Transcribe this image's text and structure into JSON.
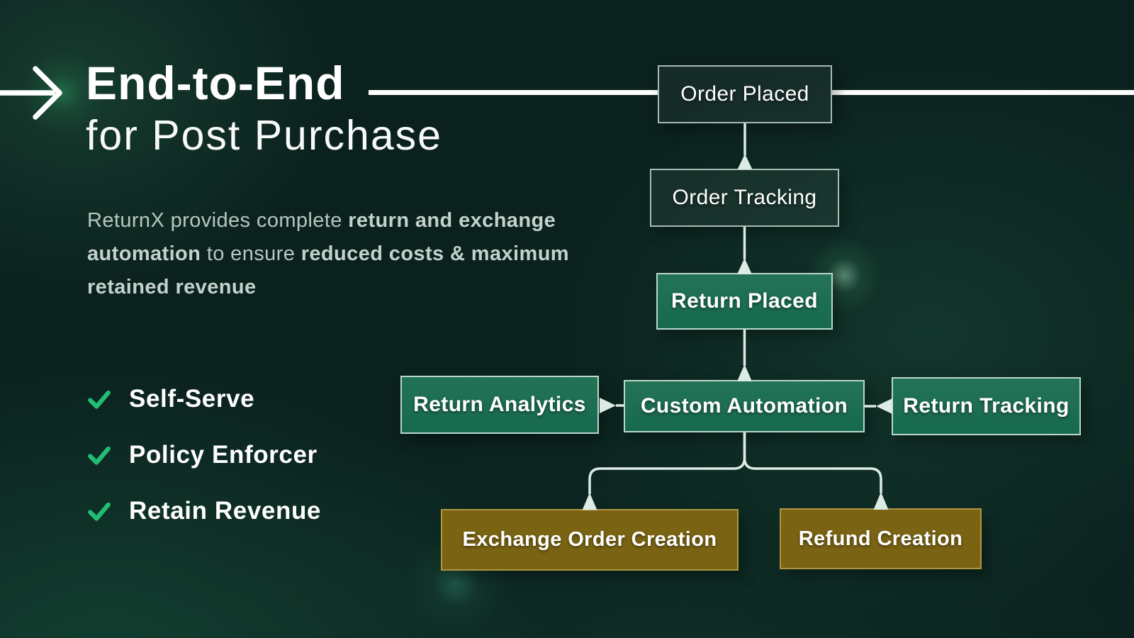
{
  "slide": {
    "title_line1": "End-to-End",
    "title_line2": "for Post Purchase",
    "intro": {
      "part1": "ReturnX provides complete ",
      "bold1": "return and exchange automation",
      "part2": " to ensure ",
      "bold2": "reduced costs & maximum retained revenue"
    },
    "features": [
      {
        "label": "Self-Serve"
      },
      {
        "label": "Policy Enforcer"
      },
      {
        "label": "Retain Revenue"
      }
    ]
  },
  "flowchart": {
    "nodes": [
      {
        "id": "order-placed",
        "label": "Order Placed",
        "style": "outline"
      },
      {
        "id": "order-tracking",
        "label": "Order Tracking",
        "style": "outline"
      },
      {
        "id": "return-placed",
        "label": "Return Placed",
        "style": "green"
      },
      {
        "id": "return-analytics",
        "label": "Return Analytics",
        "style": "green"
      },
      {
        "id": "custom-automation",
        "label": "Custom Automation",
        "style": "green"
      },
      {
        "id": "return-tracking",
        "label": "Return Tracking",
        "style": "green"
      },
      {
        "id": "exchange-order-creation",
        "label": "Exchange Order Creation",
        "style": "gold"
      },
      {
        "id": "refund-creation",
        "label": "Refund Creation",
        "style": "gold"
      }
    ],
    "edges": [
      {
        "from": "order-placed",
        "to": "order-tracking"
      },
      {
        "from": "order-tracking",
        "to": "return-placed"
      },
      {
        "from": "return-placed",
        "to": "custom-automation"
      },
      {
        "from": "custom-automation",
        "to": "return-analytics"
      },
      {
        "from": "custom-automation",
        "to": "return-tracking"
      },
      {
        "from": "custom-automation",
        "to": "exchange-order-creation"
      },
      {
        "from": "custom-automation",
        "to": "refund-creation"
      }
    ]
  },
  "colors": {
    "background": "#0b211e",
    "accent_green": "#21bd72",
    "node_green": "#166a4d",
    "node_gold": "#7a6414",
    "text_primary": "#ffffff",
    "text_secondary": "#b7c7c0",
    "connector": "#dcebe4"
  }
}
